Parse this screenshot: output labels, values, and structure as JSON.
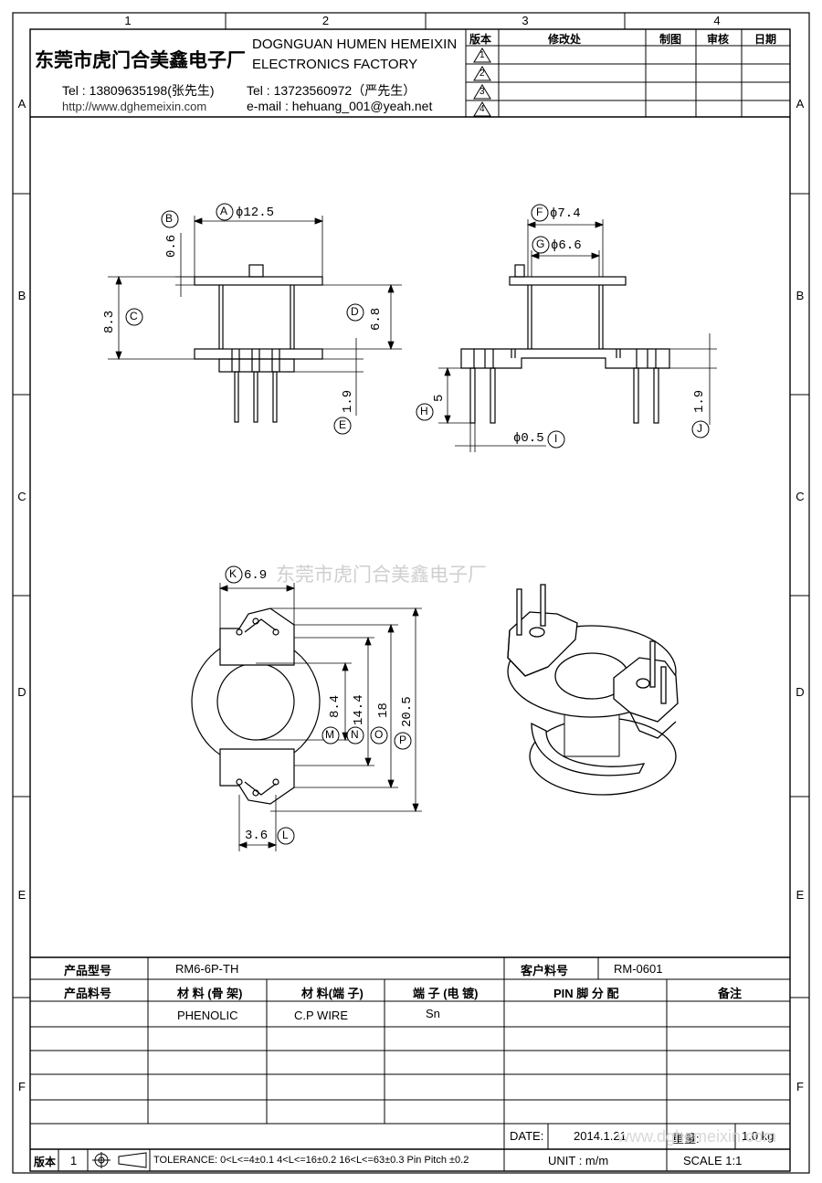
{
  "zones": {
    "columns": [
      "1",
      "2",
      "3",
      "4"
    ],
    "rows": [
      "A",
      "B",
      "C",
      "D",
      "E",
      "F"
    ]
  },
  "header": {
    "company_cn": "东莞市虎门合美鑫电子厂",
    "company_en_line1": "DOGNGUAN HUMEN HEMEIXIN",
    "company_en_line2": "ELECTRONICS FACTORY",
    "tel1": "Tel : 13809635198(张先生)",
    "tel2": "Tel : 13723560972（严先生）",
    "website": "http://www.dghemeixin.com",
    "email": "e-mail : hehuang_001@yeah.net"
  },
  "revision_table": {
    "headers": [
      "版本",
      "修改处",
      "制图",
      "审核",
      "日期"
    ],
    "marks": [
      "1",
      "2",
      "3",
      "4"
    ]
  },
  "dimensions": {
    "A": "ϕ12.5",
    "B": "0.6",
    "C": "8.3",
    "D": "6.8",
    "E": "1.9",
    "F": "ϕ7.4",
    "G": "ϕ6.6",
    "H": "5",
    "I": "ϕ0.5",
    "J": "1.9",
    "K": "6.9",
    "L": "3.6",
    "M": "8.4",
    "N": "14.4",
    "O": "18",
    "P": "20.5"
  },
  "watermark": {
    "center": "东莞市虎门合美鑫电子厂",
    "footer": "www.dghemeixin.com"
  },
  "title_block": {
    "product_model_label": "产品型号",
    "product_model": "RM6-6P-TH",
    "customer_pn_label": "客户料号",
    "customer_pn": "RM-0601",
    "product_pn_label": "产品料号",
    "material_bobbin_label": "材 料 (骨 架)",
    "material_terminal_label": "材 料(端 子)",
    "plating_label": "端 子 (电 镀)",
    "pin_label": "PIN 脚 分 配",
    "remark_label": "备注",
    "material_bobbin": "PHENOLIC",
    "material_terminal": "C.P WIRE",
    "plating": "Sn",
    "date_label": "DATE:",
    "date": "2014.1.21",
    "weight_label": "重量:",
    "weight": "1.0 kg",
    "version_label": "版本",
    "version": "1",
    "tolerance": "TOLERANCE:  0<L<=4±0.1  4<L<=16±0.2  16<L<=63±0.3  Pin Pitch  ±0.2",
    "unit": "UNIT :  m/m",
    "scale": "SCALE   1:1"
  }
}
